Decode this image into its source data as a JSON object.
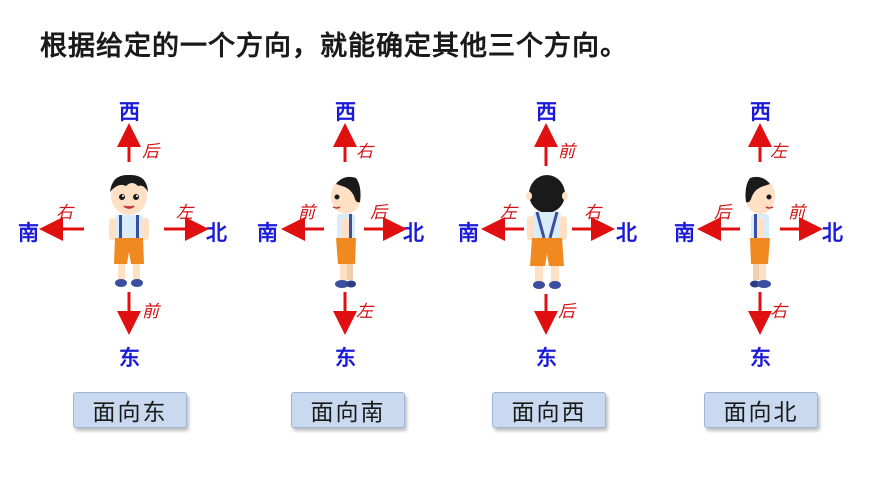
{
  "title": "根据给定的一个方向，就能确定其他三个方向。",
  "colors": {
    "direction": "#1a1ad8",
    "relative": "#d01414",
    "arrow": "#e01010",
    "label_bg": "#c9daf0"
  },
  "panels": [
    {
      "top_dir": "西",
      "bottom_dir": "东",
      "left_dir": "南",
      "right_dir": "北",
      "top_rel": "后",
      "bottom_rel": "前",
      "left_rel": "右",
      "right_rel": "左",
      "facing": "面向东",
      "boy_view": "front"
    },
    {
      "top_dir": "西",
      "bottom_dir": "东",
      "left_dir": "南",
      "right_dir": "北",
      "top_rel": "右",
      "bottom_rel": "左",
      "left_rel": "前",
      "right_rel": "后",
      "facing": "面向南",
      "boy_view": "side-left"
    },
    {
      "top_dir": "西",
      "bottom_dir": "东",
      "left_dir": "南",
      "right_dir": "北",
      "top_rel": "前",
      "bottom_rel": "后",
      "left_rel": "左",
      "right_rel": "右",
      "facing": "面向西",
      "boy_view": "back"
    },
    {
      "top_dir": "西",
      "bottom_dir": "东",
      "left_dir": "南",
      "right_dir": "北",
      "top_rel": "左",
      "bottom_rel": "右",
      "left_rel": "后",
      "right_rel": "前",
      "facing": "面向北",
      "boy_view": "side-right"
    }
  ]
}
